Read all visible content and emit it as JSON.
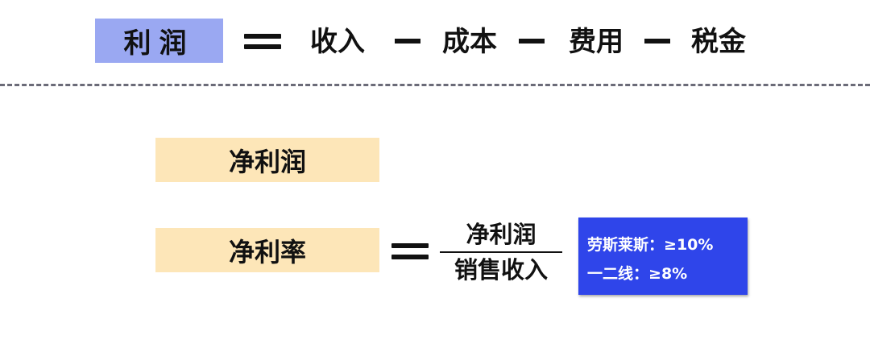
{
  "formula_top": {
    "subject": "利润",
    "equals": "=",
    "terms": [
      "收入",
      "成本",
      "费用",
      "税金"
    ],
    "operators": [
      "-",
      "-",
      "-"
    ]
  },
  "net_profit": {
    "label": "净利润"
  },
  "net_margin": {
    "label": "净利率",
    "equals": "=",
    "numerator": "净利润",
    "denominator": "销售收入"
  },
  "benchmarks": {
    "items": [
      {
        "name": "劳斯莱斯",
        "separator": "：",
        "value": "≥10%"
      },
      {
        "name": "一二线",
        "separator": "：",
        "value": "≥8%"
      }
    ]
  },
  "colors": {
    "profit_box": "#9aa8f2",
    "label_box": "#fde6b8",
    "note_box": "#2f45ea",
    "text": "#111111",
    "divider": "#6b6b78"
  }
}
